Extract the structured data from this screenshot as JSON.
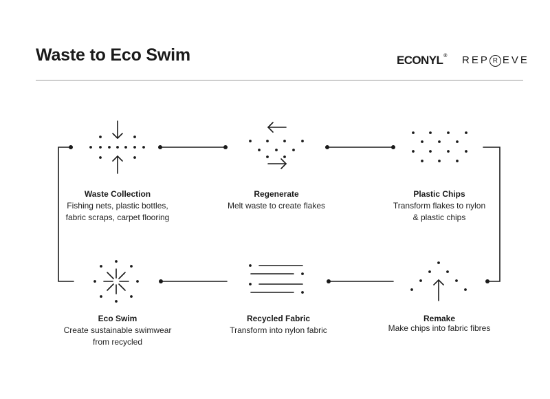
{
  "header": {
    "title": "Waste to Eco Swim",
    "brands": [
      {
        "name": "ECONYL",
        "mark": "®"
      },
      {
        "name": "REPREVE",
        "left": "REP",
        "middle": "R",
        "right": "EVE"
      }
    ]
  },
  "steps": [
    {
      "id": "waste-collection",
      "title": "Waste Collection",
      "lines": [
        "Fishing nets, plastic bottles,",
        "fabric scraps, carpet flooring"
      ],
      "icon": "converging-arrows-dots-icon"
    },
    {
      "id": "regenerate",
      "title": "Regenerate",
      "lines": [
        "Melt waste to create flakes"
      ],
      "icon": "opposing-arrows-dots-icon"
    },
    {
      "id": "plastic-chips",
      "title": "Plastic Chips",
      "lines": [
        "Transform flakes to nylon",
        "& plastic chips"
      ],
      "icon": "dot-grid-icon"
    },
    {
      "id": "remake",
      "title": "Remake",
      "lines": [
        "Make chips into fabric fibres"
      ],
      "icon": "up-arrow-dots-icon"
    },
    {
      "id": "recycled-fabric",
      "title": "Recycled Fabric",
      "lines": [
        "Transform into nylon fabric"
      ],
      "icon": "fabric-lines-icon"
    },
    {
      "id": "eco-swim",
      "title": "Eco Swim",
      "lines": [
        "Create sustainable swimwear",
        "from recycled"
      ],
      "icon": "starburst-icon"
    }
  ],
  "colors": {
    "ink": "#1a1a1a",
    "rule": "#9a9a9a",
    "background": "#ffffff"
  }
}
